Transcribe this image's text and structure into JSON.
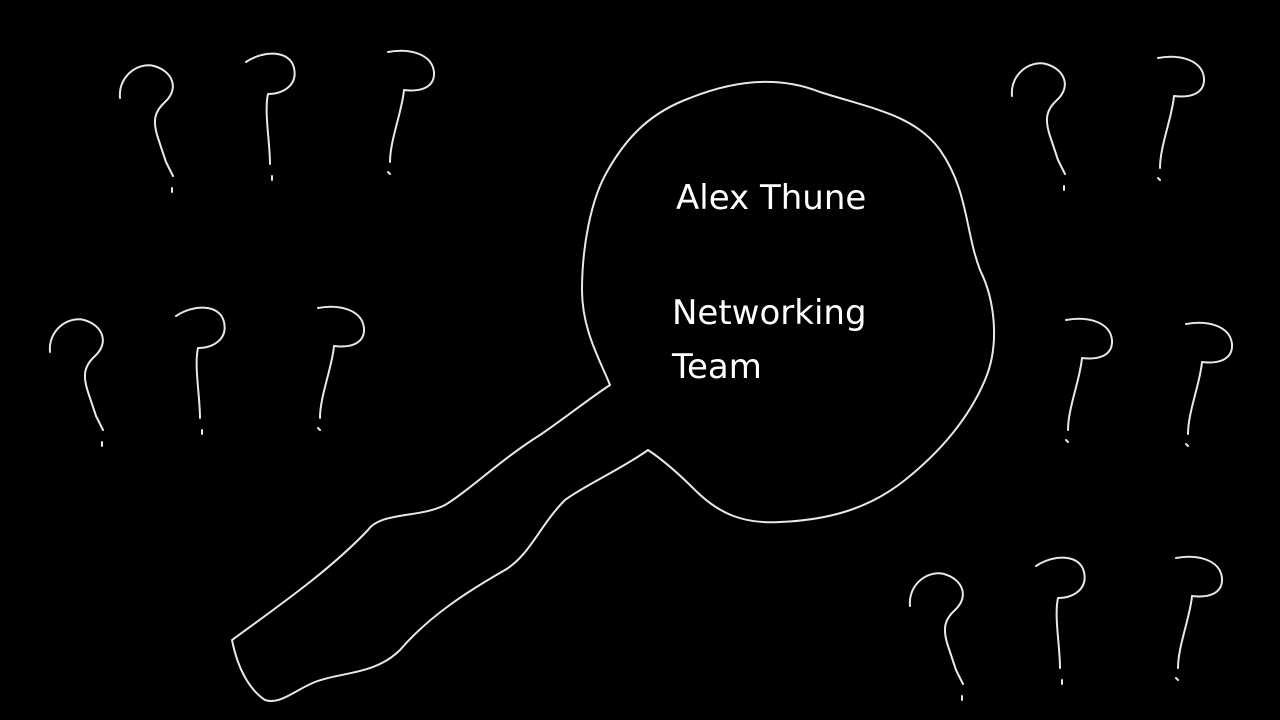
{
  "slide": {
    "background": "#000000",
    "stroke_color": "#e8e8e8",
    "text_color": "#ffffff"
  },
  "magnifier": {
    "name": "Alex Thune",
    "team": "Networking Team"
  },
  "doodles": {
    "question_mark_count": 13
  }
}
